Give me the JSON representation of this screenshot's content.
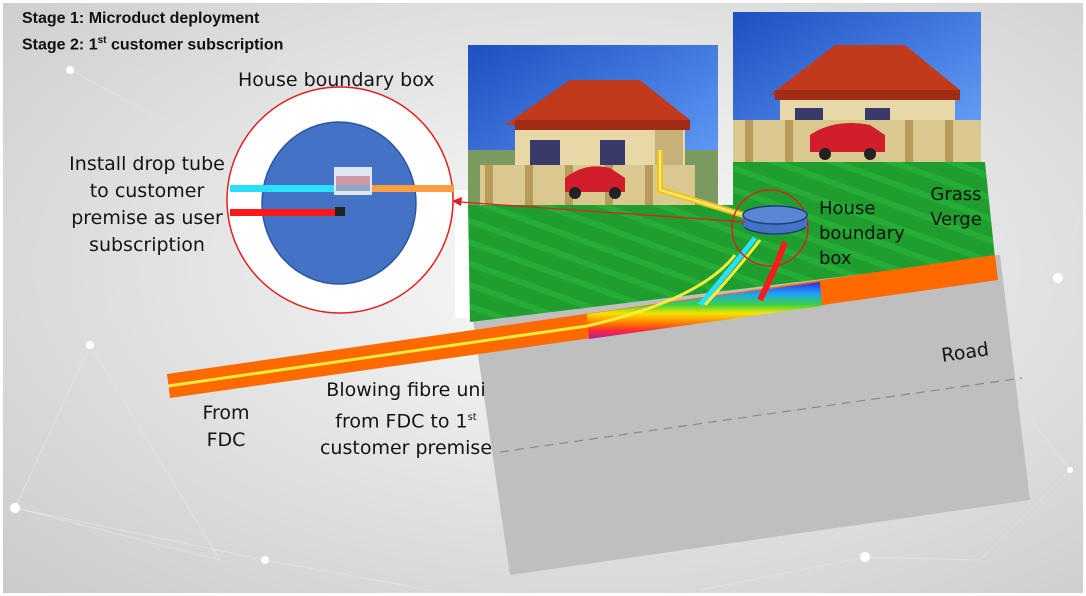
{
  "stages": {
    "stage1": "Stage 1:  Microduct deployment",
    "stage2_prefix": "Stage 2:  1",
    "stage2_sup": "st",
    "stage2_suffix": " customer subscription"
  },
  "labels": {
    "house_boundary_box_title": "House boundary box",
    "install_drop_tube": [
      "Install drop tube",
      "to customer",
      "premise as user",
      "subscription"
    ],
    "house_boundary_box_small": [
      "House",
      "boundary",
      "box"
    ],
    "grass_verge": [
      "Grass",
      "Verge"
    ],
    "road": "Road",
    "from_fdc": [
      "From",
      "FDC"
    ],
    "blowing_line1": "Blowing fibre uni",
    "blowing_line2_prefix": "from FDC to 1",
    "blowing_line2_sup": "st",
    "blowing_line3": "customer premise"
  },
  "colors": {
    "duct_orange": "#ff6a00",
    "fibre_yellow": "#ffeb3b",
    "grass": "#1f9e2f",
    "road": "#bdbdbd",
    "boundary_red": "#e21d1d",
    "inset_blue": "#4472c4",
    "tube_cyan": "#29e1ff",
    "tube_red": "#ff1a1a",
    "roof": "#d13c1e"
  }
}
